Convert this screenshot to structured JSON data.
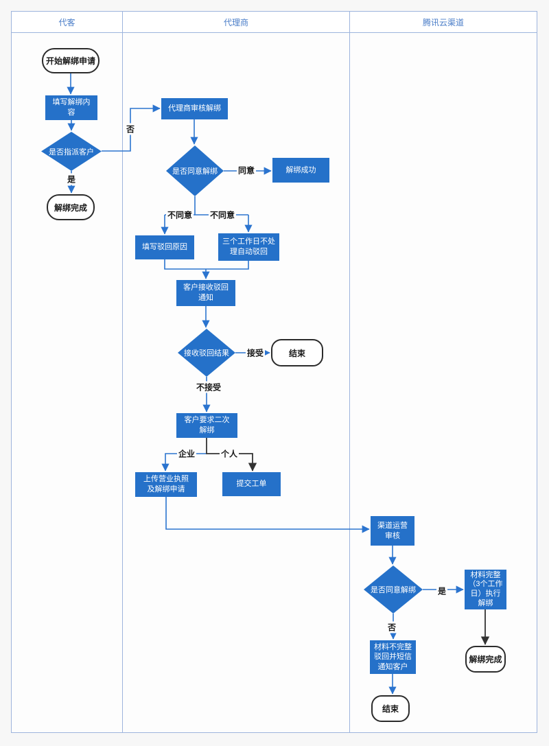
{
  "lanes": [
    {
      "label": "代客"
    },
    {
      "label": "代理商"
    },
    {
      "label": "腾讯云渠道"
    }
  ],
  "nodes": {
    "start1": {
      "label": "开始解绑申请",
      "type": "terminator"
    },
    "fill_content": {
      "label": "填写解绑内容",
      "type": "process"
    },
    "d1": {
      "label": "是否指派客户",
      "type": "decision"
    },
    "done1": {
      "label": "解绑完成",
      "type": "terminator"
    },
    "agent_review": {
      "label": "代理商审核解绑",
      "type": "process"
    },
    "d2": {
      "label": "是否同意解绑",
      "type": "decision"
    },
    "success": {
      "label": "解绑成功",
      "type": "process"
    },
    "fill_reject": {
      "label": "填写驳回原因",
      "type": "process"
    },
    "auto_reject": {
      "label": "三个工作日不处理自动驳回",
      "type": "process"
    },
    "notify": {
      "label": "客户接收驳回通知",
      "type": "process"
    },
    "d3": {
      "label": "接收驳回结果",
      "type": "decision"
    },
    "end1": {
      "label": "结束",
      "type": "terminator"
    },
    "second": {
      "label": "客户要求二次解绑",
      "type": "process"
    },
    "upload": {
      "label": "上传营业执照及解绑申请",
      "type": "process"
    },
    "ticket": {
      "label": "提交工单",
      "type": "process"
    },
    "channel_review": {
      "label": "渠道运营审核",
      "type": "process"
    },
    "d4": {
      "label": "是否同意解绑",
      "type": "decision"
    },
    "complete": {
      "label": "材料完整（3个工作日）执行解绑",
      "type": "process"
    },
    "incomplete": {
      "label": "材料不完整驳回并短信通知客户",
      "type": "process"
    },
    "end2": {
      "label": "结束",
      "type": "terminator"
    },
    "done2": {
      "label": "解绑完成",
      "type": "terminator"
    }
  },
  "edge_labels": {
    "no1": "否",
    "yes1": "是",
    "agree": "同意",
    "disagree_left": "不同意",
    "disagree_right": "不同意",
    "accept": "接受",
    "not_accept": "不接受",
    "enterprise": "企业",
    "personal": "个人",
    "yes3": "是",
    "no3": "否"
  },
  "colors": {
    "page_bg": "#f7f7f7",
    "lane_bg": "#fdfdfd",
    "border": "#9db4dd",
    "header_text": "#4a7dc8",
    "shape_blue": "#2571c9",
    "line_blue": "#2b74cf",
    "line_black": "#333333",
    "label_color": "#1a1a1a",
    "terminator_border": "#2b2b2b"
  }
}
